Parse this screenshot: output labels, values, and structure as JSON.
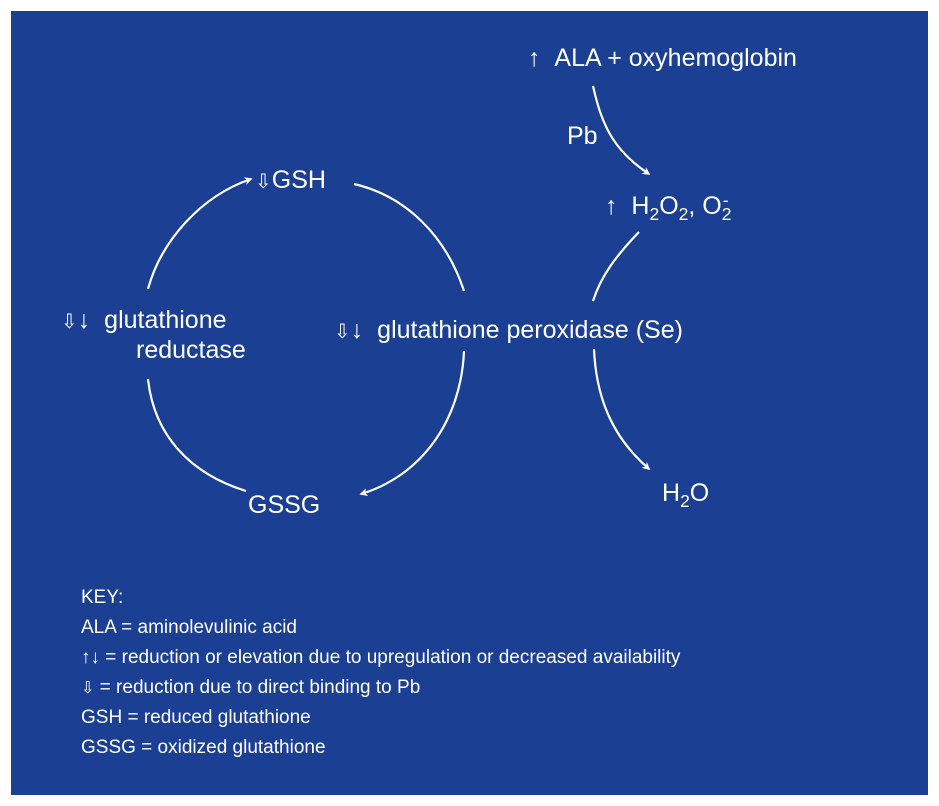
{
  "colors": {
    "background": "#1b3f93",
    "foreground": "#ffffff"
  },
  "glyphs": {
    "up_arrow": "↑",
    "down_arrow": "↓",
    "outline_down_arrow": "⇩"
  },
  "diagram": {
    "ala": "ALA + oxyhemoglobin",
    "pb": "Pb",
    "h2o2": {
      "h": "H",
      "two_a": "2",
      "o": "O",
      "two_b": "2",
      "comma": ", O",
      "two_c": "2",
      "minus": "-"
    },
    "gsh": "GSH",
    "gssg": "GSSG",
    "gr_line1": "glutathione",
    "gr_line2": "reductase",
    "gpx": "glutathione peroxidase (Se)",
    "water": {
      "h": "H",
      "two": "2",
      "o": "O"
    }
  },
  "key": {
    "title": "KEY:",
    "ala_def": "ALA = aminolevulinic acid",
    "arrows_def": " = reduction or elevation due to upregulation or decreased availability",
    "outline_def": " = reduction due to direct binding to Pb",
    "gsh_def": "GSH = reduced glutathione",
    "gssg_def": "GSSG = oxidized glutathione"
  }
}
